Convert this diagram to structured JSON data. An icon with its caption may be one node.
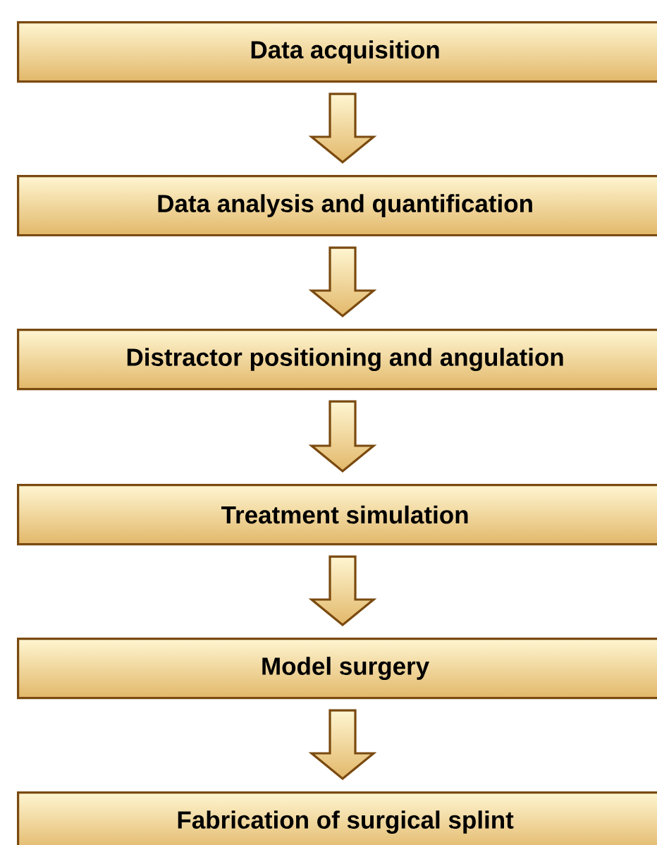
{
  "diagram": {
    "nodes": [
      {
        "text": [
          "Data acquisition"
        ]
      },
      {
        "text": [
          "Data analysis and quantification"
        ]
      },
      {
        "text": [
          "Distractor positioning and angulation"
        ]
      },
      {
        "text": [
          "Treatment simulation"
        ]
      },
      {
        "text": [
          "Model surgery"
        ]
      },
      {
        "text": [
          "Fabrication of surgical splint"
        ]
      }
    ],
    "edges": [
      {
        "from": 0,
        "to": 1,
        "arrow": "to"
      },
      {
        "from": 1,
        "to": 2,
        "arrow": "to"
      },
      {
        "from": 2,
        "to": 3,
        "arrow": "to"
      },
      {
        "from": 3,
        "to": 4,
        "arrow": "to"
      },
      {
        "from": 4,
        "to": 5,
        "arrow": "to"
      }
    ]
  }
}
